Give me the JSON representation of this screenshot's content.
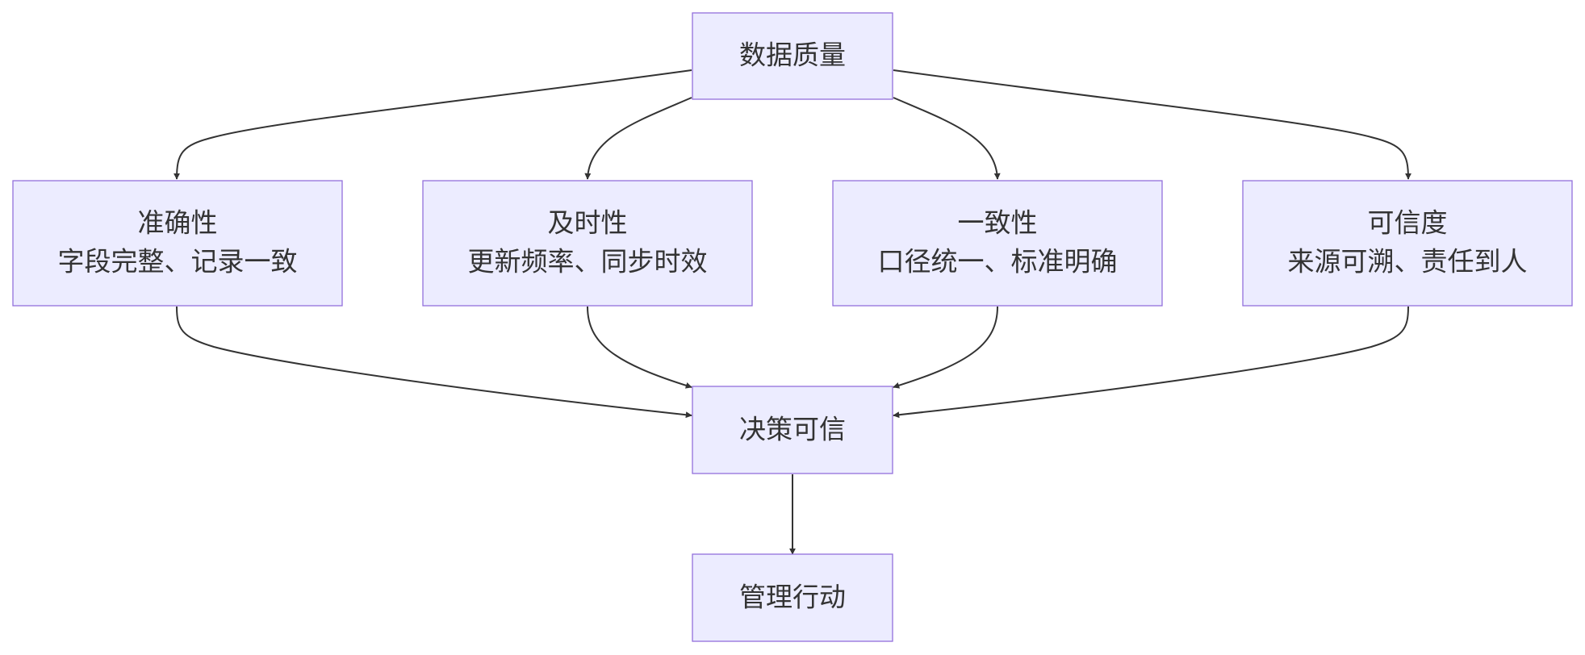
{
  "diagram": {
    "nodes": {
      "root": {
        "line1": "数据质量",
        "line2": ""
      },
      "accuracy": {
        "line1": "准确性",
        "line2": "字段完整、记录一致"
      },
      "timeliness": {
        "line1": "及时性",
        "line2": "更新频率、同步时效"
      },
      "consistency": {
        "line1": "一致性",
        "line2": "口径统一、标准明确"
      },
      "credibility": {
        "line1": "可信度",
        "line2": "来源可溯、责任到人"
      },
      "decision": {
        "line1": "决策可信",
        "line2": ""
      },
      "action": {
        "line1": "管理行动",
        "line2": ""
      }
    },
    "edges": [
      {
        "from": "root",
        "to": "accuracy"
      },
      {
        "from": "root",
        "to": "timeliness"
      },
      {
        "from": "root",
        "to": "consistency"
      },
      {
        "from": "root",
        "to": "credibility"
      },
      {
        "from": "accuracy",
        "to": "decision"
      },
      {
        "from": "timeliness",
        "to": "decision"
      },
      {
        "from": "consistency",
        "to": "decision"
      },
      {
        "from": "credibility",
        "to": "decision"
      },
      {
        "from": "decision",
        "to": "action"
      }
    ],
    "colors": {
      "node_fill": "#ececff",
      "node_stroke": "#9370db",
      "edge": "#333333",
      "text": "#333333"
    }
  }
}
